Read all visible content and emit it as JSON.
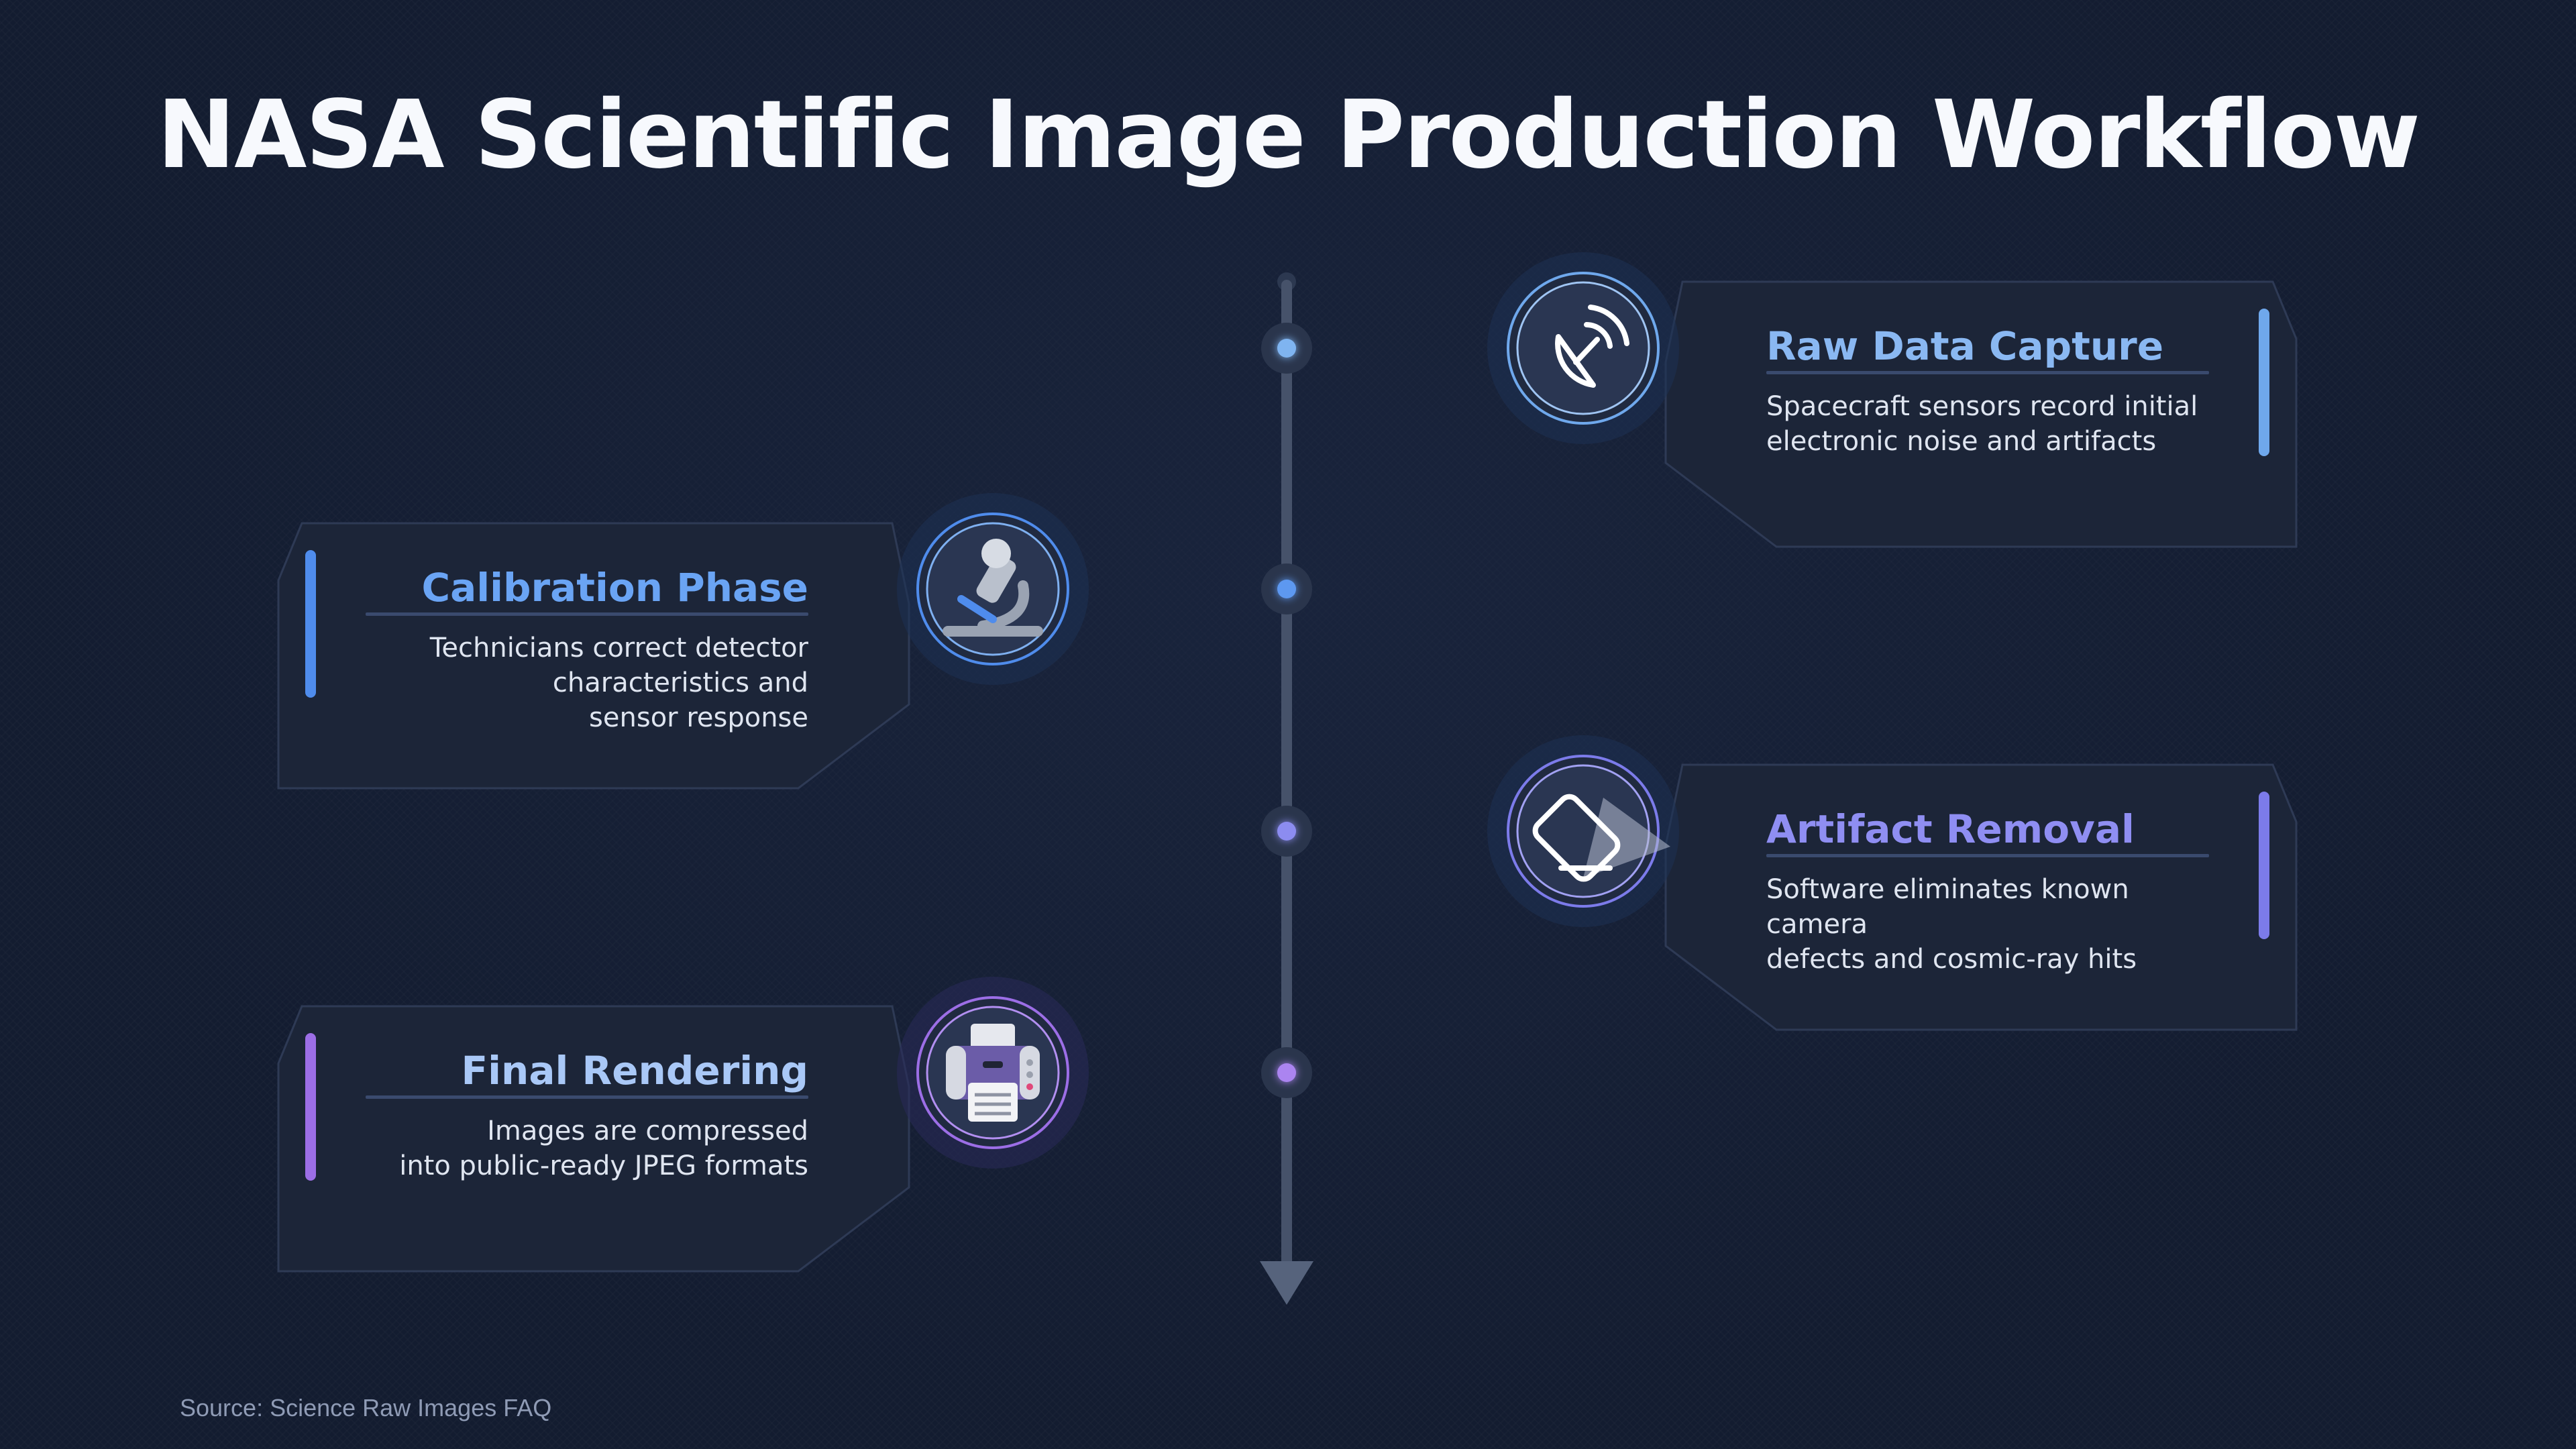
{
  "title": "NASA Scientific Image Production Workflow",
  "source": "Source: Science Raw Images FAQ",
  "colors": {
    "background": "#131c30",
    "card_fill": "#1c2538",
    "card_border": "#2e3a55",
    "timeline": "#46526a",
    "step1": "#6fa8ec",
    "step2": "#4f8cec",
    "step3": "#7c7bea",
    "step4": "#9c6ee6"
  },
  "steps": [
    {
      "heading": "Raw Data Capture",
      "description": "Spacecraft sensors record initial\nelectronic noise and artifacts",
      "icon": "satellite-dish-icon",
      "side": "right"
    },
    {
      "heading": "Calibration Phase",
      "description": "Technicians correct detector\ncharacteristics and\nsensor response",
      "icon": "microscope-icon",
      "side": "left"
    },
    {
      "heading": "Artifact Removal",
      "description": "Software eliminates known camera\ndefects and cosmic-ray hits",
      "icon": "eraser-icon",
      "side": "right"
    },
    {
      "heading": "Final Rendering",
      "description": "Images are compressed\ninto public-ready JPEG formats",
      "icon": "printer-icon",
      "side": "left"
    }
  ]
}
